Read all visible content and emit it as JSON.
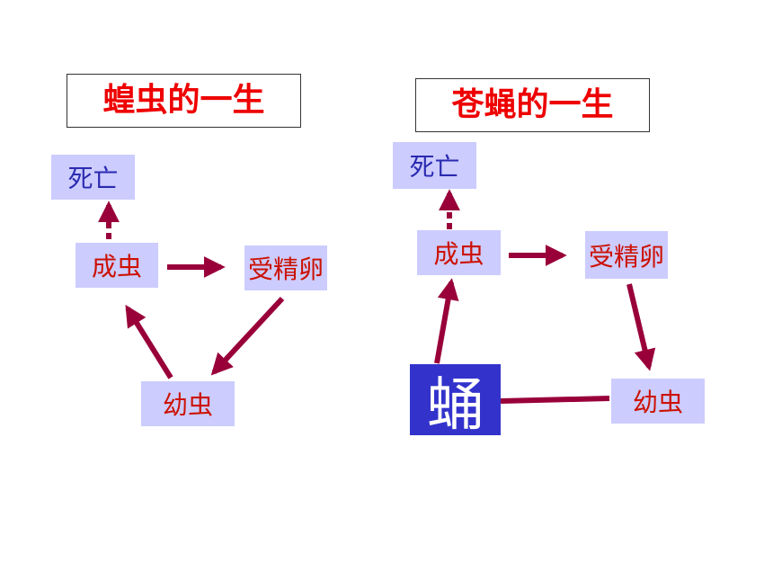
{
  "diagrams": {
    "locust": {
      "title": "蝗虫的一生",
      "death": "死亡",
      "adult": "成虫",
      "egg": "受精卵",
      "nymph": "幼虫"
    },
    "housefly": {
      "title": "苍蝇的一生",
      "death": "死亡",
      "adult": "成虫",
      "egg": "受精卵",
      "larva": "幼虫",
      "pupa": "蛹"
    }
  },
  "colors": {
    "arrow": "#99003a",
    "node_fill": "#ccccff",
    "pupa_fill": "#3333cc",
    "title_text": "#ee0000",
    "death_text": "#2a2ab0",
    "stage_text": "#cc1100"
  }
}
